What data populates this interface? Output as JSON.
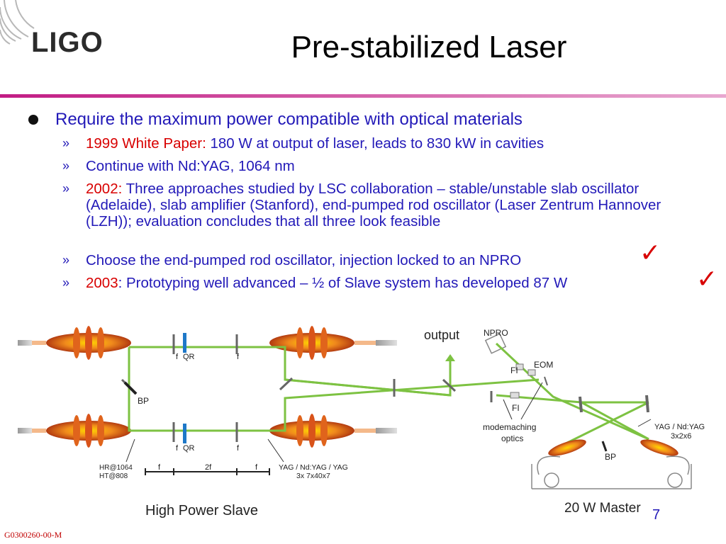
{
  "logo": {
    "text": "LIGO"
  },
  "title": "Pre-stabilized Laser",
  "bullet_main": "Require the maximum power compatible with optical materials",
  "sub_bullets": [
    {
      "marker": "»",
      "red": "1999 White Paper:",
      "text": " 180 W at output of laser, leads to 830 kW in cavities"
    },
    {
      "marker": "»",
      "red": "",
      "text": "Continue with Nd:YAG, 1064 nm"
    },
    {
      "marker": "»",
      "red": "2002:",
      "text": " Three approaches studied by LSC collaboration – stable/unstable slab oscillator (Adelaide), slab amplifier (Stanford), end-pumped rod oscillator (Laser Zentrum Hannover (LZH)); evaluation concludes that all three look feasible"
    },
    {
      "marker": "»",
      "red": "",
      "text": "Choose the end-pumped rod oscillator, injection locked to an NPRO"
    },
    {
      "marker": "»",
      "red": "2003",
      "text": ": Prototyping well advanced – ½ of Slave system has developed 87 W"
    }
  ],
  "check_glyph": "✓",
  "diagram": {
    "labels": {
      "output": "output",
      "npro": "NPRO",
      "eom": "EOM",
      "fi_top": "FI",
      "fi_bottom": "FI",
      "modematching": "modemaching",
      "optics": "optics",
      "yag_master_1": "YAG / Nd:YAG",
      "yag_master_2": "3x2x6",
      "bp_master": "BP",
      "bp_slave": "BP",
      "f_top_left": "f",
      "qr_top": "QR",
      "f_top_right": "f",
      "f_bot_left": "f",
      "qr_bot": "QR",
      "f_bot_right": "f",
      "hr1": "HR@1064",
      "hr2": "HT@808",
      "scale_f1": "f",
      "scale_2f": "2f",
      "scale_f2": "f",
      "yag_slave_1": "YAG / Nd:YAG / YAG",
      "yag_slave_2": "3x 7x40x7",
      "high_power_slave": "High Power Slave",
      "master": "20 W Master"
    }
  },
  "footer_id": "G0300260-00-M",
  "page_number": "7",
  "colors": {
    "accent_rule": "#c21c84",
    "body_text": "#2219b8",
    "highlight": "#d80000",
    "beam": "#7dc242"
  }
}
